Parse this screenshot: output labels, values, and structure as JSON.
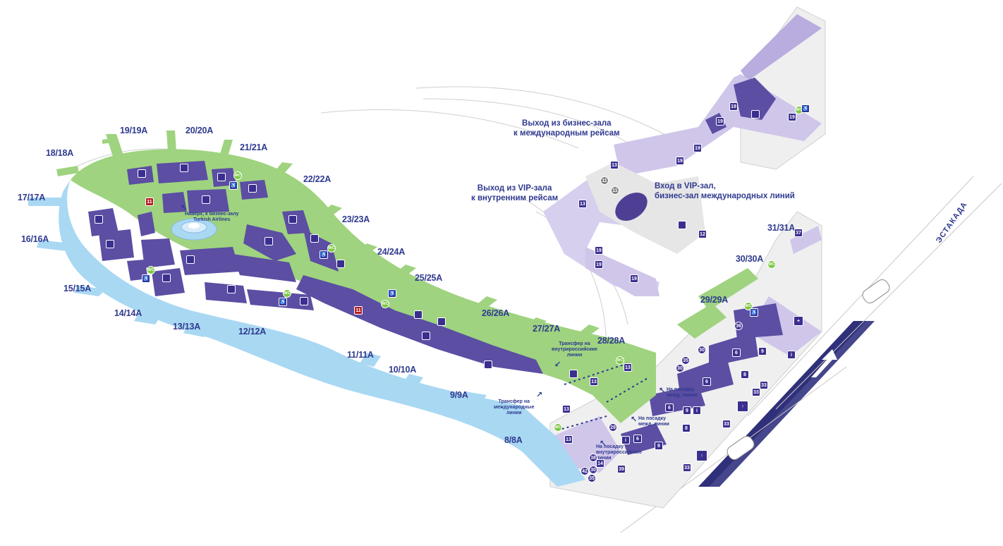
{
  "gates": [
    {
      "id": "g1",
      "label": "19/19А"
    },
    {
      "id": "g2",
      "label": "20/20А"
    },
    {
      "id": "g3",
      "label": "21/21А"
    },
    {
      "id": "g4",
      "label": "22/22А"
    },
    {
      "id": "g5",
      "label": "23/23А"
    },
    {
      "id": "g6",
      "label": "24/24А"
    },
    {
      "id": "g7",
      "label": "25/25А"
    },
    {
      "id": "g8",
      "label": "26/26А"
    },
    {
      "id": "g9",
      "label": "27/27А"
    },
    {
      "id": "g10",
      "label": "28/28А"
    },
    {
      "id": "g11",
      "label": "18/18А"
    },
    {
      "id": "g12",
      "label": "17/17А"
    },
    {
      "id": "g13",
      "label": "16/16А"
    },
    {
      "id": "g14",
      "label": "15/15А"
    },
    {
      "id": "g15",
      "label": "14/14А"
    },
    {
      "id": "g16",
      "label": "13/13А"
    },
    {
      "id": "g17",
      "label": "12/12А"
    },
    {
      "id": "g18",
      "label": "11/11А"
    },
    {
      "id": "g19",
      "label": "10/10А"
    },
    {
      "id": "g20",
      "label": "9/9А"
    },
    {
      "id": "g21",
      "label": "8/8А"
    },
    {
      "id": "g22",
      "label": "29/29А"
    },
    {
      "id": "g23",
      "label": "30/30А"
    },
    {
      "id": "g24",
      "label": "31/31А"
    }
  ],
  "notes": {
    "business_exit": "Выход из бизнес-зала\nк международным рейсам",
    "vip_exit": "Выход из VIP-зала\nк внутренним рейсам",
    "vip_entry": "Вход в VIP-зал,\nбизнес-зал международных линий",
    "turkish": "Наверх, к бизнес-залу\nTurkish Airlines",
    "transfer_domestic": "Трансфер на\nвнутрироссийские\nлинии",
    "transfer_international": "Трансфер на\nмеждународные\nлинии",
    "boarding_international_1": "На посадку\nмежд. линии",
    "boarding_international_2": "На посадку\nмежд. линии",
    "boarding_domestic": "На посадку\nвнутрироссийские\nлинии",
    "estakada": "ЭСТАКАДА"
  },
  "icons": {
    "wc": "WC",
    "n11": "11",
    "n19": "19",
    "n13": "13",
    "n12": "12",
    "n6": "6",
    "n8": "8",
    "n9": "9",
    "n30": "30",
    "n33": "33",
    "n35": "35",
    "n29": "29",
    "n36": "36",
    "n37": "37",
    "n38": "38",
    "n39": "39",
    "n42": "42",
    "n14": "14"
  },
  "colors": {
    "green_zone": "#9fd37f",
    "blue_zone": "#a9d8f3",
    "purple_block": "#5b4ea3",
    "lavender_zone": "#cfc6ea",
    "grey_floor": "#eeeeee",
    "road": "#2f2f7a",
    "text": "#2f3a8f"
  }
}
